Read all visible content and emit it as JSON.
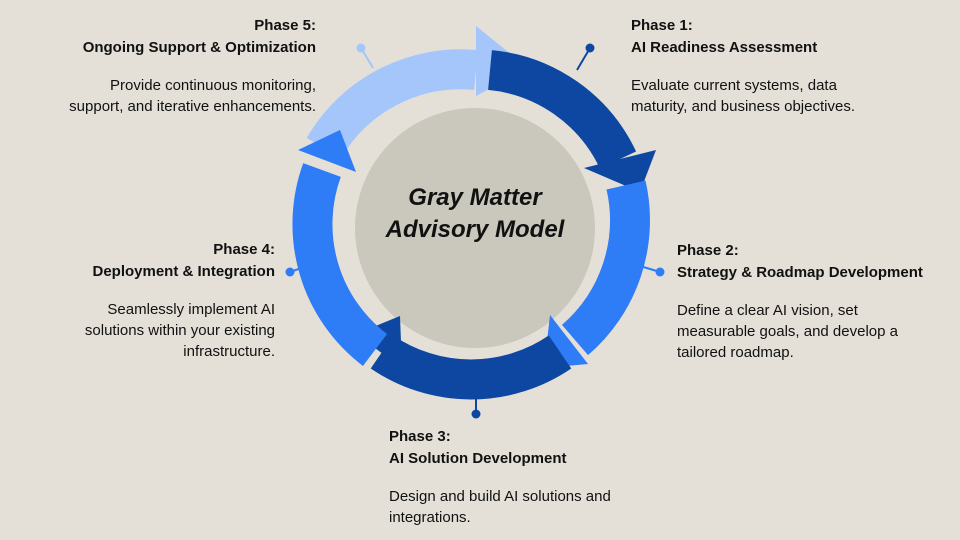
{
  "center": {
    "line1": "Gray Matter",
    "line2": "Advisory Model"
  },
  "phases": [
    {
      "number": "Phase 1:",
      "name": "AI Readiness Assessment",
      "description_lines": [
        "Evaluate current systems, data",
        "maturity, and business objectives."
      ]
    },
    {
      "number": "Phase 2:",
      "name": "Strategy & Roadmap Development",
      "description_lines": [
        "Define a clear AI vision, set",
        "measurable goals, and develop a",
        "tailored roadmap."
      ]
    },
    {
      "number": "Phase 3:",
      "name": "AI Solution Development",
      "description_lines": [
        "Design and build AI solutions and",
        "integrations."
      ]
    },
    {
      "number": "Phase 4:",
      "name": "Deployment & Integration",
      "description_lines": [
        "Seamlessly implement AI",
        "solutions within your existing",
        "infrastructure."
      ]
    },
    {
      "number": "Phase 5:",
      "name": "Ongoing Support & Optimization",
      "description_lines": [
        "Provide continuous monitoring,",
        "support, and iterative enhancements."
      ]
    }
  ],
  "colors": {
    "background": "#e4e0d8",
    "inner_disc": "#cac7bc",
    "dark_blue": "#0d47a1",
    "mid_blue": "#2e7cf6",
    "light_blue": "#a4c6fa"
  }
}
